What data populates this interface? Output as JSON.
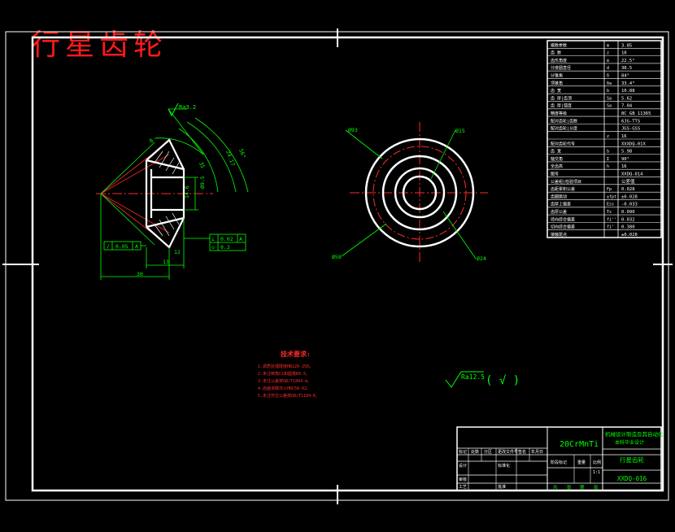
{
  "title": "行星齿轮",
  "colors": {
    "background": "#000000",
    "frame": "#ffffff",
    "dimension": "#00ff00",
    "centerline": "#ff2a2a",
    "title": "#ff1a1a",
    "text": "#ffff66"
  },
  "left_view": {
    "roughness_label": "Ra3.2",
    "dims": [
      "8",
      "35",
      "24.17",
      "56°",
      "14.6",
      "0",
      "30",
      "13",
      "12",
      "Ø9.5"
    ],
    "gdt_left": [
      "/",
      "0.05",
      "A"
    ],
    "gdt_right_rows": [
      [
        "⊥",
        "0.02",
        "A"
      ],
      [
        "◇",
        "0.2"
      ]
    ]
  },
  "right_view": {
    "labels": [
      "Ø93",
      "Ø15",
      "Ø58",
      "Ø24"
    ]
  },
  "params_table": {
    "rows": [
      [
        "模数参数",
        "m",
        "3.85"
      ],
      [
        "齿 数",
        "z",
        "10"
      ],
      [
        "齿形角度",
        "α",
        "22.5°"
      ],
      [
        "分度圆直径",
        "d",
        "38.5"
      ],
      [
        "分锥角",
        "δ",
        "84°"
      ],
      [
        "顶锥角",
        "δa",
        "33.4°"
      ],
      [
        "齿 宽",
        "b",
        "10.88"
      ],
      [
        "齿 厚|齿顶",
        "Sa",
        "5.62"
      ],
      [
        "齿 厚|弧度",
        "Sa",
        "7.04"
      ],
      [
        "精度等级",
        "",
        "8C GB 11365"
      ],
      [
        "配对齿轮|齿数",
        "",
        "6JG-TTS"
      ],
      [
        "配对齿轮|分度",
        "",
        "JGS-GSS"
      ],
      [
        "",
        "z",
        "16"
      ],
      [
        "配对齿轮代号",
        "",
        "XXXDQ-01X"
      ],
      [
        "齿 宽",
        "b",
        "5.98"
      ],
      [
        "轴交角",
        "Σ",
        "90°"
      ],
      [
        "全齿高",
        "h",
        "16"
      ],
      [
        "图号",
        "",
        "XXDQ-014"
      ],
      [
        "公差组|检验项目",
        "",
        "公差值"
      ],
      [
        "齿距累积公差",
        "Fp",
        "0.028"
      ],
      [
        "齿圈跳动",
        "±fpt",
        "±0.028"
      ],
      [
        "齿厚上偏差",
        "Ess",
        "-0.033"
      ],
      [
        "齿厚公差",
        "Ts",
        "0.090"
      ],
      [
        "径向综合偏差",
        "fi''",
        "0.032"
      ],
      [
        "切向综合偏差",
        "fi'",
        "0.380"
      ],
      [
        "接触斑点",
        "",
        "±0.028"
      ]
    ]
  },
  "tech_req": {
    "heading": "技术要求:",
    "items": [
      "1.调质处理硬度HB220-250。",
      "2.未注倒角C1和圆角R0.5。",
      "3.未注公差按GB/T1804-m。",
      "4.齿面渗碳淬火HRC58-62。",
      "5.未注形位公差按GB/T1184-K。"
    ]
  },
  "roughness_main": {
    "label": "Ra12.5",
    "paren_mark": "( √ )"
  },
  "title_block": {
    "material": "20CrMnTi",
    "school": "机械设计制造及其自动化",
    "school2": "本科毕业设计",
    "part_name": "行星齿轮",
    "drawing_no": "XXDQ-016",
    "scale": "1:1",
    "left_row_labels": [
      "标记",
      "处数",
      "分区",
      "更改文件号",
      "签名",
      "年月日"
    ],
    "left_row2": [
      "设计",
      "",
      "标准化"
    ],
    "left_row3": [
      "审核",
      ""
    ],
    "left_row4": [
      "工艺",
      "",
      "批准"
    ],
    "mid_labels": [
      "阶段标记",
      "重量",
      "比例"
    ],
    "sheet_labels": [
      "共",
      "张",
      "第",
      "张"
    ]
  }
}
